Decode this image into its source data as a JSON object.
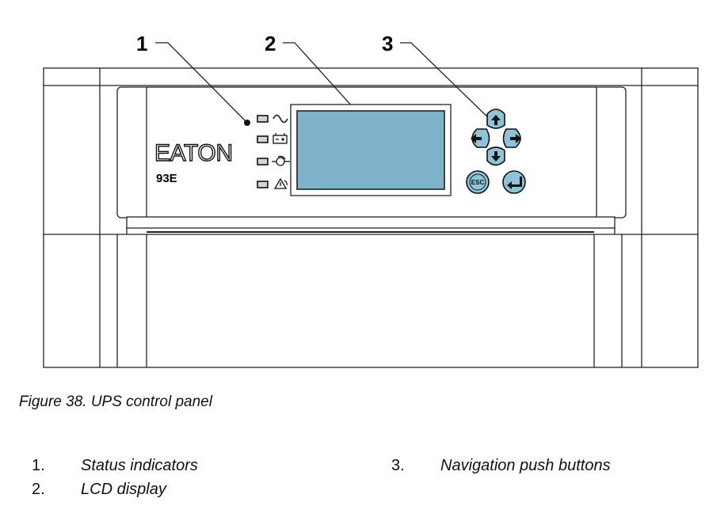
{
  "callouts": [
    "1",
    "2",
    "3"
  ],
  "logo": {
    "brand": "EATON",
    "model": "93E"
  },
  "status_indicators": [
    {
      "icon": "ac-sine-icon"
    },
    {
      "icon": "battery-icon"
    },
    {
      "icon": "bypass-icon"
    },
    {
      "icon": "alarm-triangle-icon"
    }
  ],
  "buttons": {
    "escape_label": "ESC"
  },
  "figure": {
    "caption": "Figure 38. UPS control panel"
  },
  "legend": [
    {
      "num": "1.",
      "text": "Status indicators"
    },
    {
      "num": "2.",
      "text": "LCD display"
    },
    {
      "num": "3.",
      "text": "Navigation push buttons"
    }
  ],
  "colors": {
    "lcd": "#7fb3cc",
    "button": "#8fc3d8",
    "line": "#222222"
  }
}
